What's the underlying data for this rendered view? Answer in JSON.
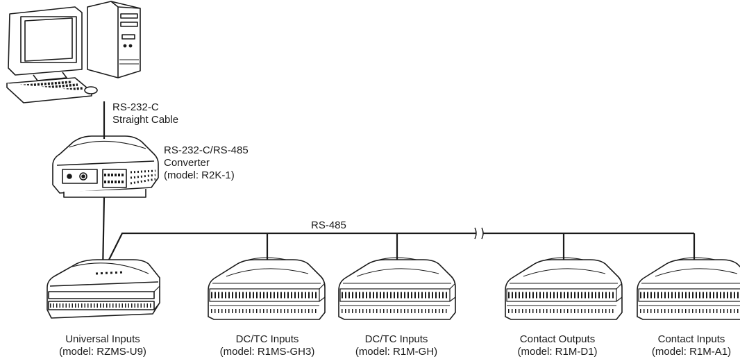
{
  "cable": {
    "line1": "RS-232-C",
    "line2": "Straight Cable"
  },
  "converter": {
    "line1": "RS-232-C/RS-485",
    "line2": "Converter",
    "line3": "(model: R2K-1)"
  },
  "bus": {
    "label": "RS-485"
  },
  "modules": [
    {
      "name": "Universal Inputs",
      "model": "(model: RZMS-U9)"
    },
    {
      "name": "DC/TC Inputs",
      "model": "(model: R1MS-GH3)"
    },
    {
      "name": "DC/TC Inputs",
      "model": "(model: R1M-GH)"
    },
    {
      "name": "Contact Outputs",
      "model": "(model: R1M-D1)"
    },
    {
      "name": "Contact Inputs",
      "model": "(model: R1M-A1)"
    }
  ],
  "icons": [
    "computer-icon",
    "converter-icon",
    "io-module-icon"
  ]
}
